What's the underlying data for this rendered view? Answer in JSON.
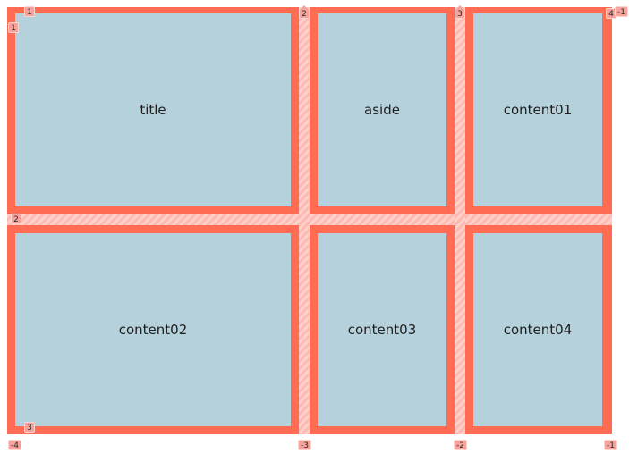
{
  "grid": {
    "items": [
      {
        "id": "title",
        "label": "title"
      },
      {
        "id": "aside",
        "label": "aside"
      },
      {
        "id": "content01",
        "label": "content01"
      },
      {
        "id": "content02",
        "label": "content02"
      },
      {
        "id": "content03",
        "label": "content03"
      },
      {
        "id": "content04",
        "label": "content04"
      }
    ],
    "line_numbers": {
      "top": [
        "1",
        "2",
        "3",
        "4"
      ],
      "top_right_negative": "-1",
      "left_side": [
        "1",
        "2",
        "3"
      ],
      "bottom": [
        "-4",
        "-3",
        "-2",
        "-1"
      ],
      "right_side": [
        "-1"
      ]
    },
    "colors": {
      "container_outline": "#ff6b53",
      "gap_fill": "#ffd1cc",
      "item_fill": "#b5d1dc",
      "badge_fill": "#f7a29a"
    }
  }
}
